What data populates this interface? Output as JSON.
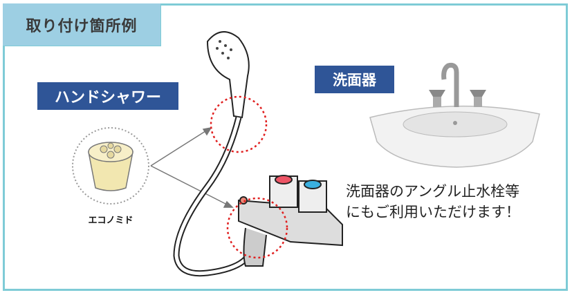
{
  "title": "取り付け箇所例",
  "labels": {
    "hand_shower": "ハンドシャワー",
    "sink": "洗面器"
  },
  "product_name": "エコノミド",
  "note": {
    "line1": "洗面器のアングル止水栓等",
    "line2": "にもご利用いただけます！"
  },
  "colors": {
    "frame": "#7ecbd6",
    "title_bg": "#9dcfe3",
    "label_bg": "#2f5597",
    "highlight_circle": "#e02020"
  }
}
